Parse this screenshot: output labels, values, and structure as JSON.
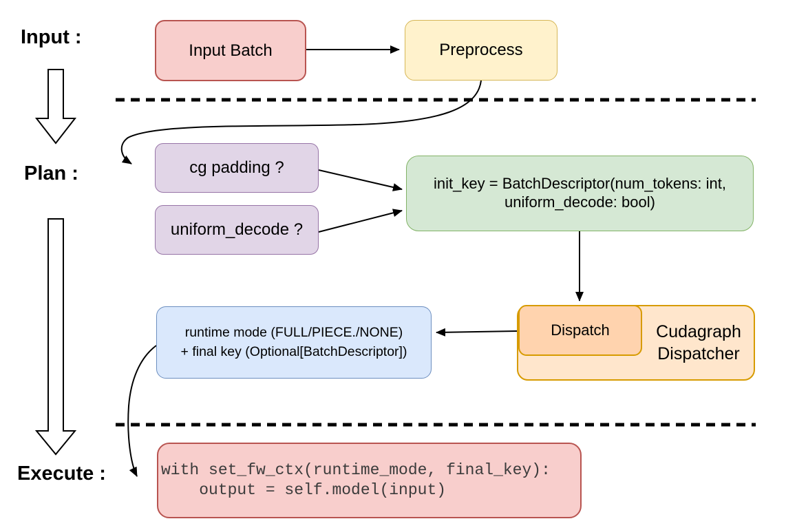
{
  "stages": {
    "input": "Input :",
    "plan": "Plan :",
    "execute": "Execute :"
  },
  "nodes": {
    "input_batch": {
      "label": "Input Batch"
    },
    "preprocess": {
      "label": "Preprocess"
    },
    "cg_padding": {
      "label": "cg padding ?"
    },
    "uniform_decode": {
      "label": "uniform_decode ?"
    },
    "init_key": {
      "line1": "init_key = BatchDescriptor(num_tokens: int,",
      "line2": "uniform_decode: bool)"
    },
    "dispatch": {
      "label": "Dispatch"
    },
    "cudagraph_dispatcher": {
      "line1": "Cudagraph",
      "line2": "Dispatcher"
    },
    "runtime_mode": {
      "line1": "runtime mode (FULL/PIECE./NONE)",
      "line2": "+ final key (Optional[BatchDescriptor])"
    },
    "execute_code": {
      "line1": "with set_fw_ctx(runtime_mode, final_key):",
      "line2": "    output = self.model(input)"
    }
  },
  "palette": {
    "red_fill": "#f8cecc",
    "red_stroke": "#b85450",
    "yellow_fill": "#fff2cc",
    "yellow_stroke": "#d6b656",
    "purple_fill": "#e1d5e7",
    "purple_stroke": "#9673a6",
    "green_fill": "#d5e8d4",
    "green_stroke": "#82b366",
    "blue_fill": "#dae8fc",
    "blue_stroke": "#6c8ebf",
    "orange_fill": "#ffe6cc",
    "orange_inner_fill": "#ffd3ae",
    "orange_stroke": "#d79b00",
    "line_color": "#000000",
    "background": "#ffffff"
  }
}
